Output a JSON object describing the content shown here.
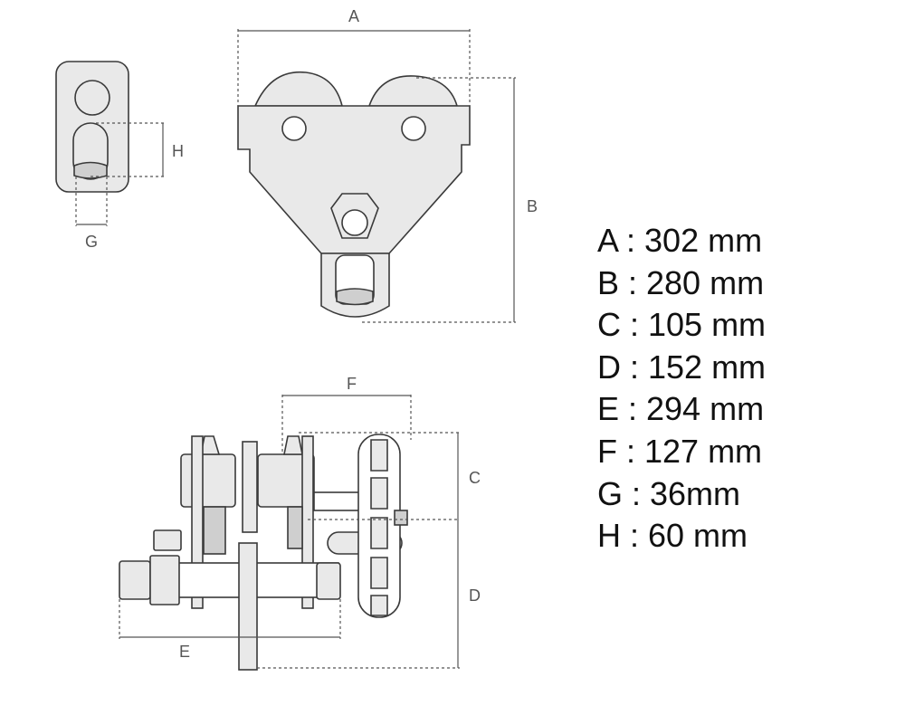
{
  "dimension_labels": {
    "A": "A",
    "B": "B",
    "C": "C",
    "D": "D",
    "E": "E",
    "F": "F",
    "G": "G",
    "H": "H"
  },
  "specs": [
    {
      "text": "A : 302 mm"
    },
    {
      "text": "B : 280 mm"
    },
    {
      "text": "C : 105 mm"
    },
    {
      "text": "D : 152 mm"
    },
    {
      "text": "E : 294 mm"
    },
    {
      "text": "F : 127 mm"
    },
    {
      "text": "G : 36mm"
    },
    {
      "text": "H : 60 mm"
    }
  ]
}
